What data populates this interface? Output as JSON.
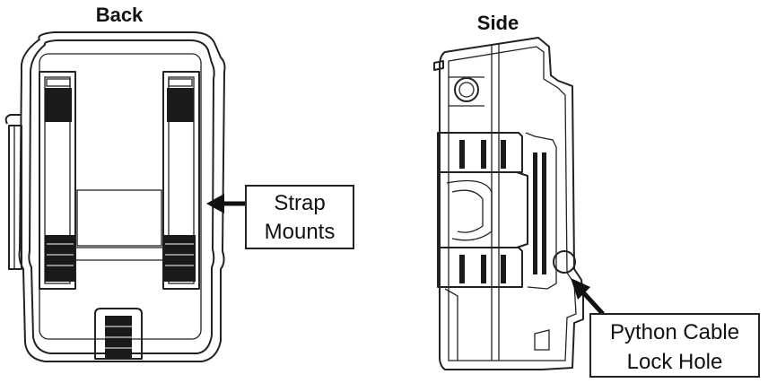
{
  "views": {
    "back": {
      "title": "Back"
    },
    "side": {
      "title": "Side"
    }
  },
  "callouts": {
    "strap": {
      "lines": [
        "Strap",
        "Mounts"
      ]
    },
    "lock": {
      "lines": [
        "Python Cable",
        "Lock Hole"
      ]
    }
  },
  "colors": {
    "line": "#222222",
    "fill": "#1a1a1a",
    "background": "#ffffff"
  }
}
